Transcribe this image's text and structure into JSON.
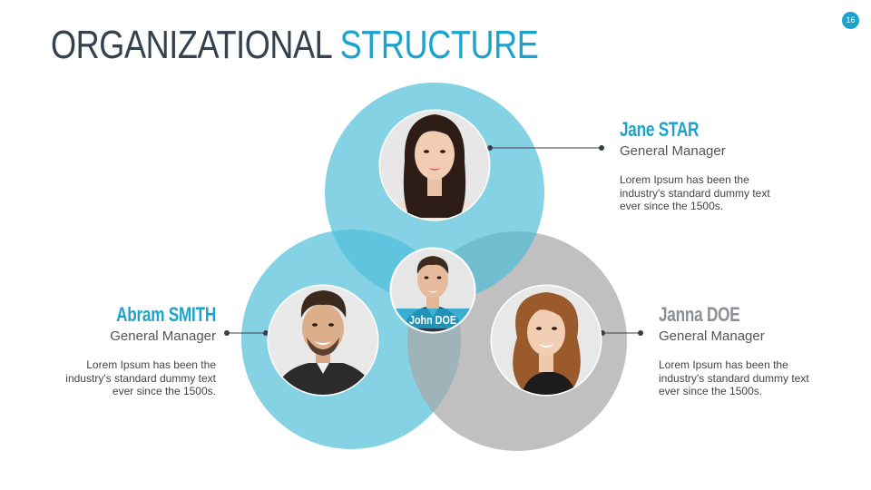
{
  "slide": {
    "title_part1": "ORGANIZATIONAL",
    "title_part2": "STRUCTURE",
    "page_number": "16"
  },
  "colors": {
    "accent_blue": "#1ba3cc",
    "light_blue": "#7ccfe3",
    "gray": "#b9b9b9",
    "title_dark": "#34414f"
  },
  "people": {
    "top": {
      "name": "Jane STAR",
      "role": "General Manager",
      "description": "Lorem Ipsum has been the industry's standard dummy text ever since the 1500s."
    },
    "left": {
      "name": "Abram SMITH",
      "role": "General Manager",
      "description": "Lorem Ipsum has been the industry's standard dummy text ever since the 1500s."
    },
    "right": {
      "name": "Janna DOE",
      "role": "General Manager",
      "description": "Lorem Ipsum has been the industry's standard dummy text ever since the 1500s."
    },
    "center": {
      "name": "John DOE"
    }
  }
}
